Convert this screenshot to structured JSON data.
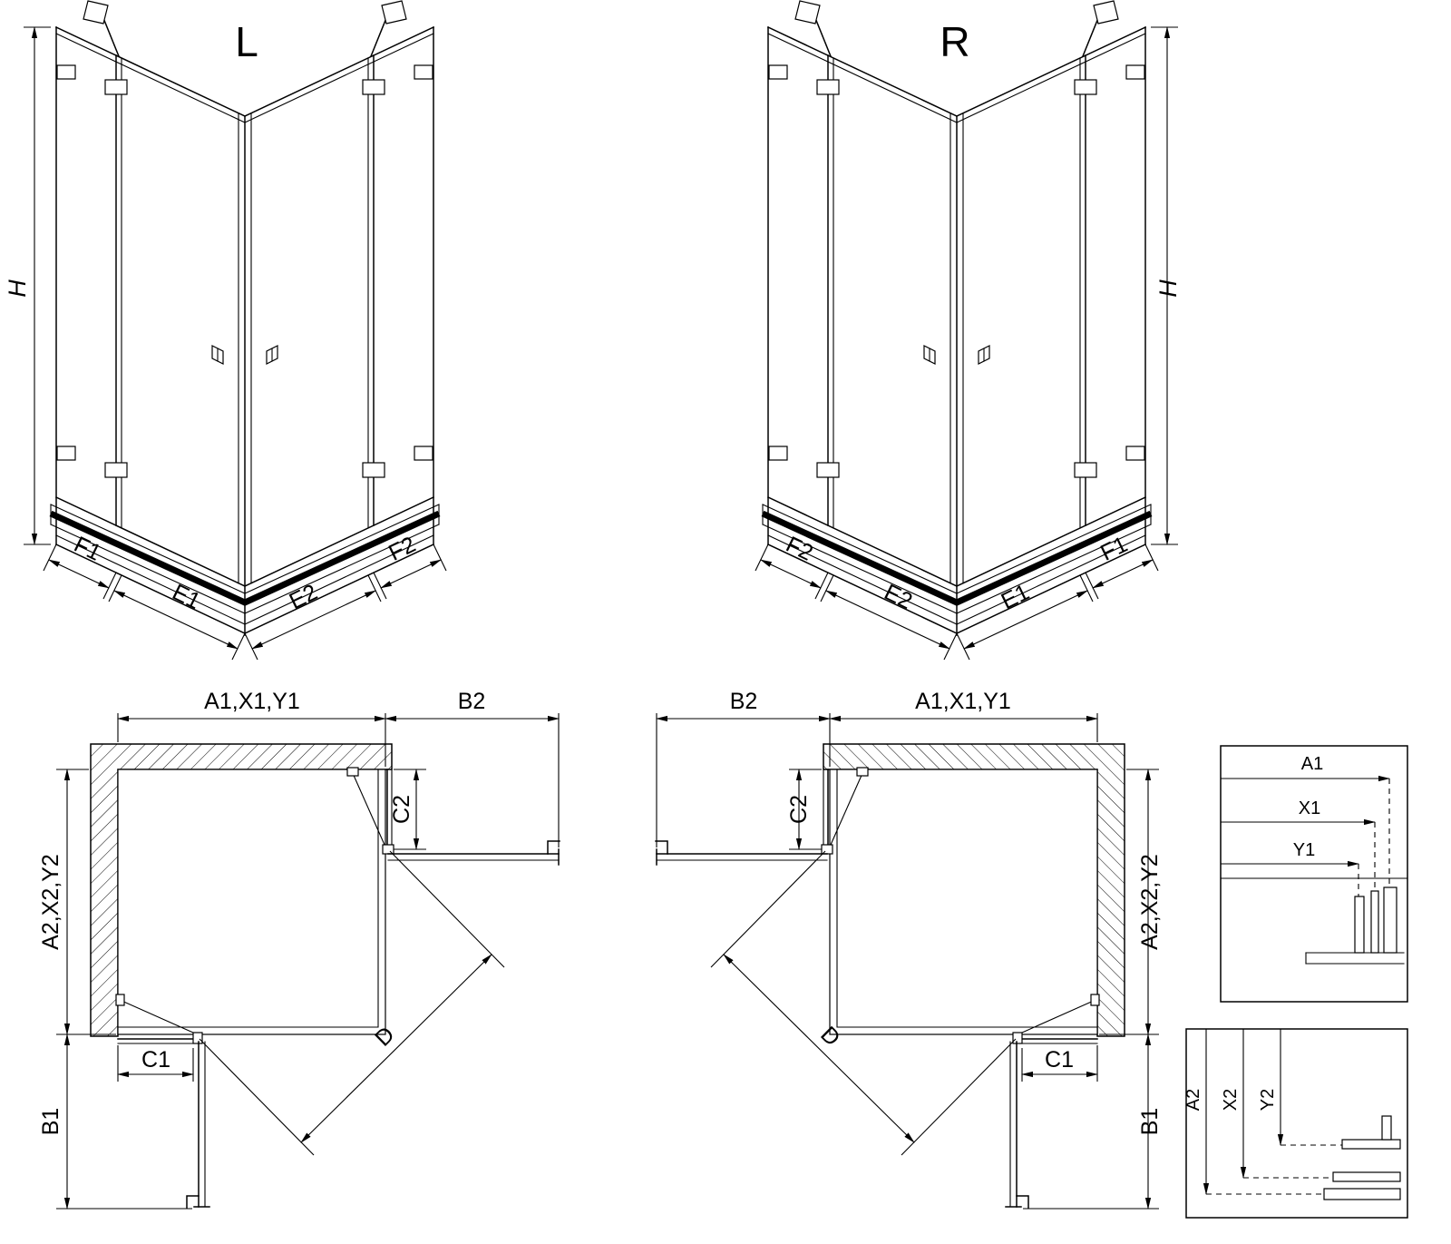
{
  "left_3d": {
    "title": "L",
    "h": "H",
    "f1": "F1",
    "e1": "E1",
    "e2": "E2",
    "f2": "F2"
  },
  "right_3d": {
    "title": "R",
    "h": "H",
    "f1": "F1",
    "e1": "E1",
    "e2": "E2",
    "f2": "F2"
  },
  "left_plan": {
    "a1": "A1,X1,Y1",
    "b2": "B2",
    "c2": "C2",
    "a2": "A2,X2,Y2",
    "c1": "C1",
    "b1": "B1",
    "d": "D"
  },
  "right_plan": {
    "a1": "A1,X1,Y1",
    "b2": "B2",
    "c2": "C2",
    "a2": "A2,X2,Y2",
    "c1": "C1",
    "b1": "B1",
    "d": "D"
  },
  "detail_top": {
    "a1": "A1",
    "x1": "X1",
    "y1": "Y1"
  },
  "detail_bottom": {
    "a2": "A2",
    "x2": "X2",
    "y2": "Y2"
  }
}
